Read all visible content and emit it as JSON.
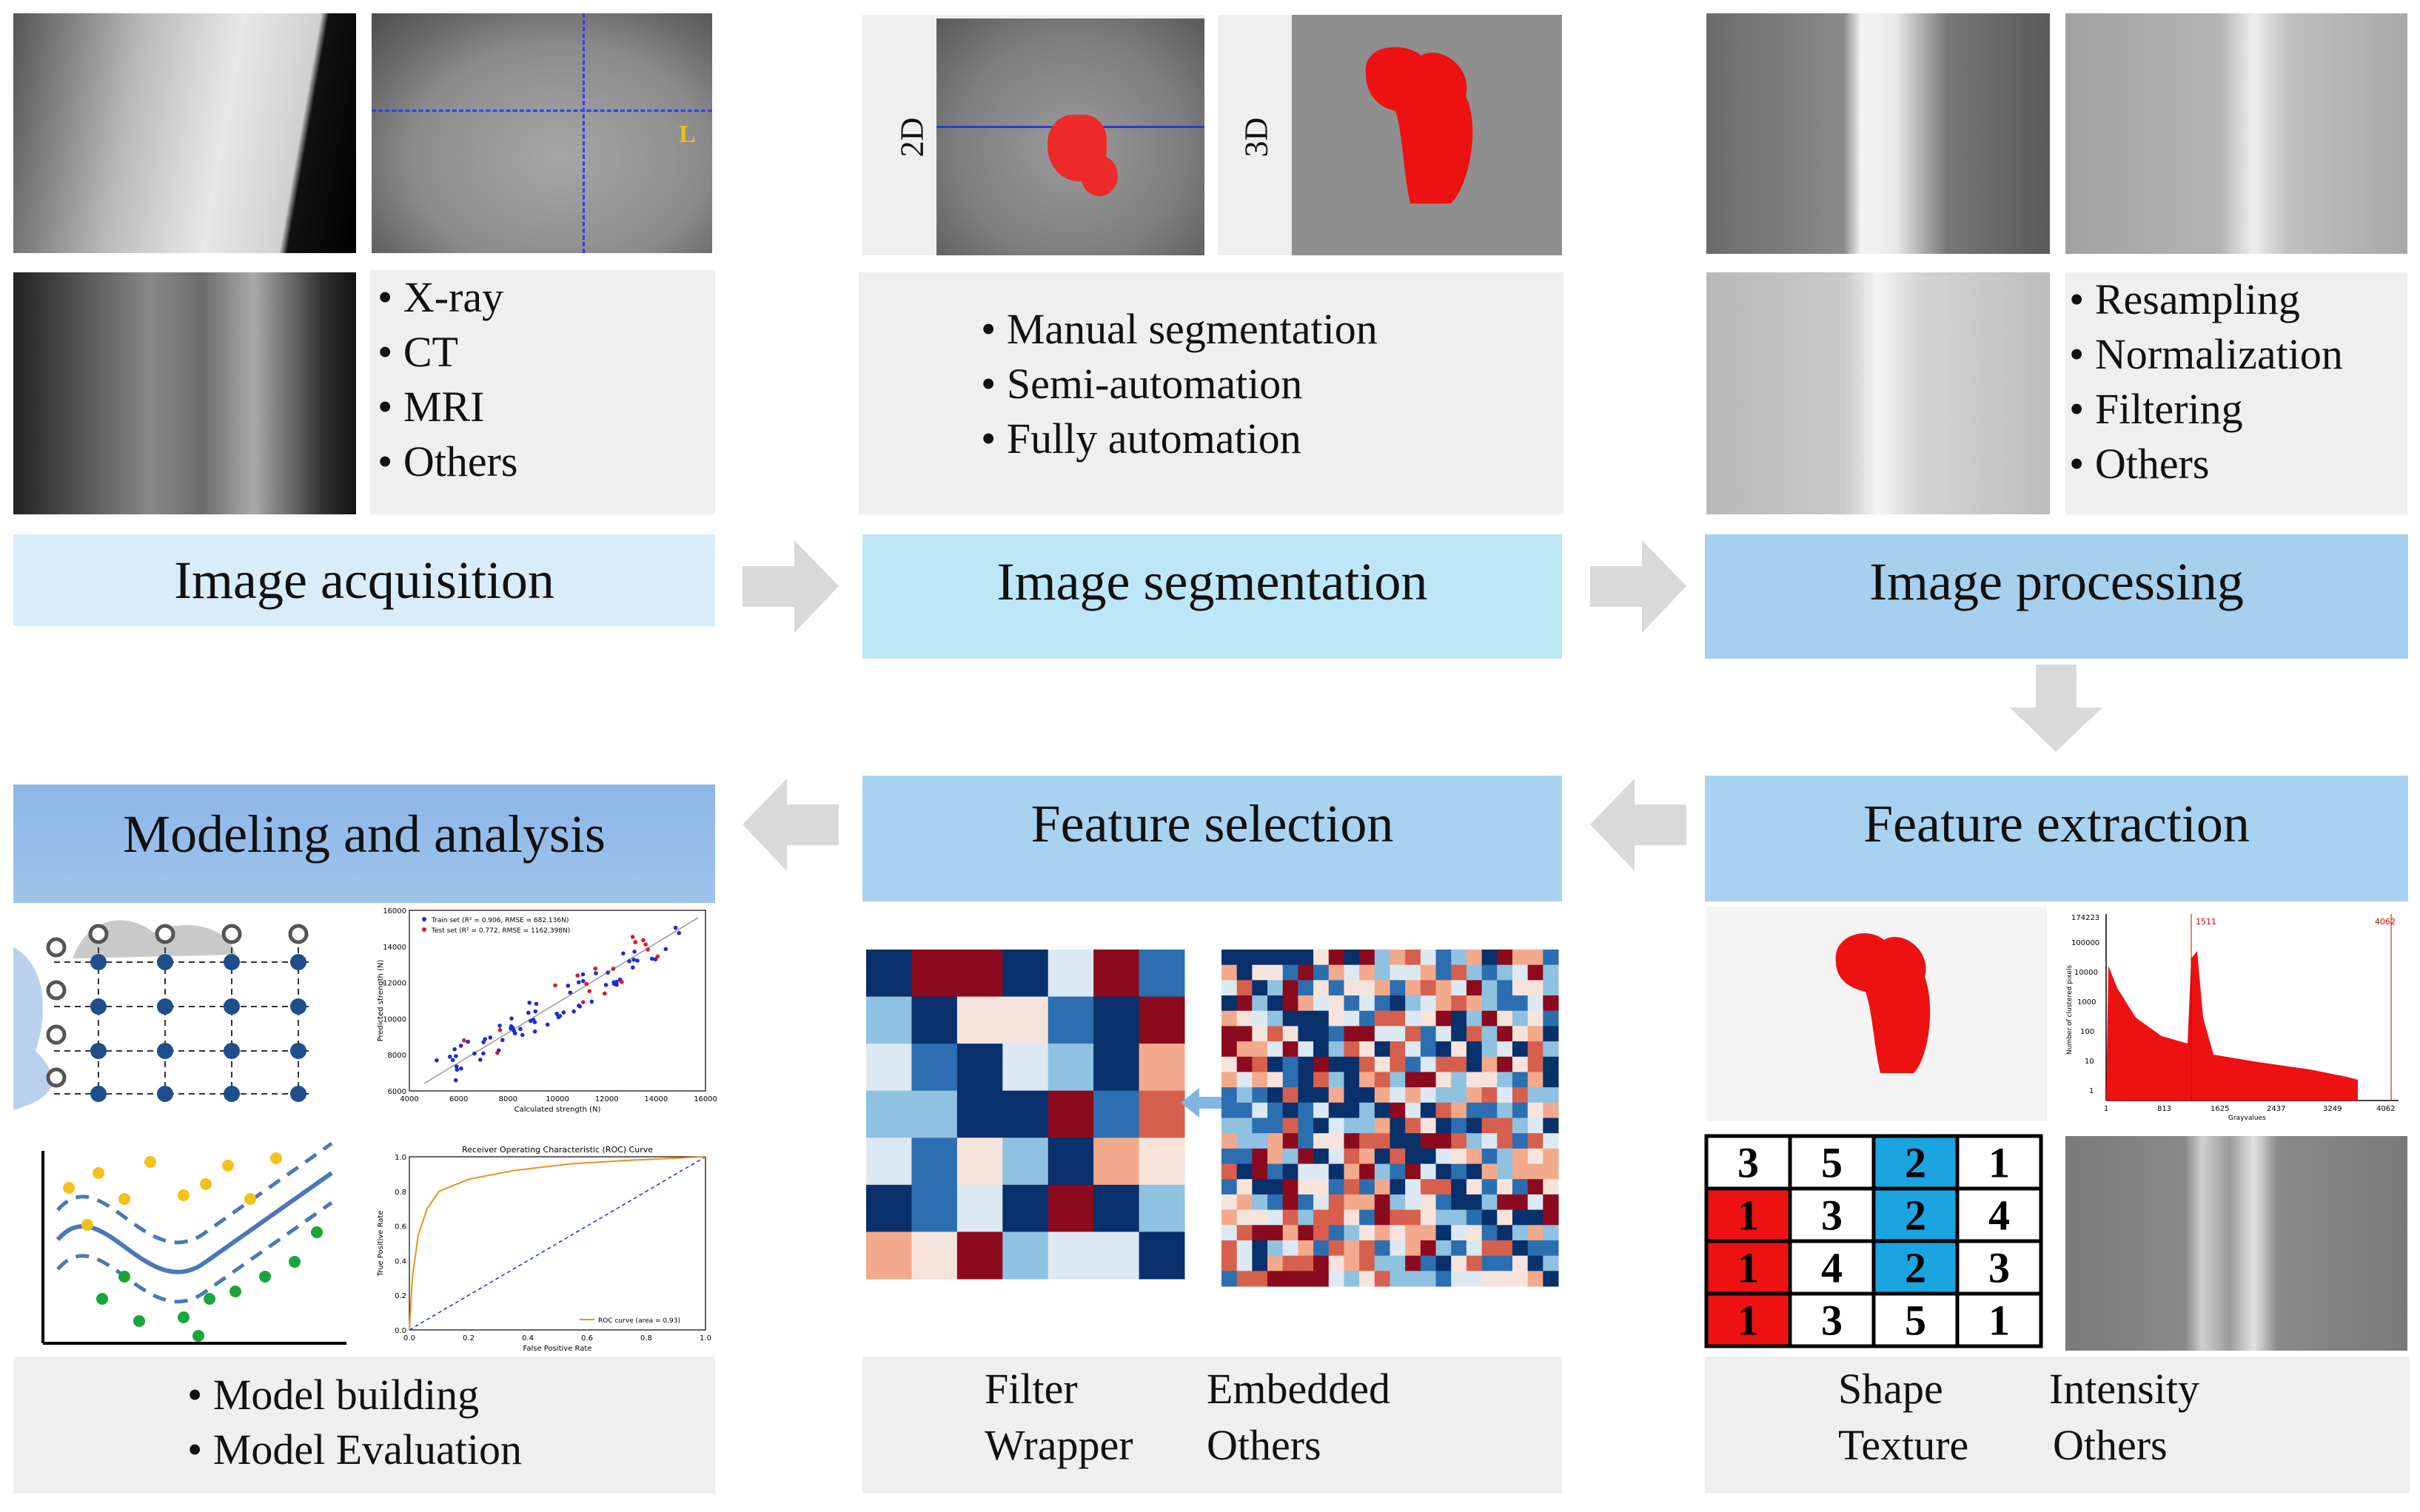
{
  "stages": {
    "acquisition": {
      "label": "Image acquisition",
      "bullets": [
        "X-ray",
        "CT",
        "MRI",
        "Others"
      ],
      "ct_marker": "L"
    },
    "segmentation": {
      "label": "Image segmentation",
      "bullets": [
        "Manual segmentation",
        "Semi-automation",
        "Fully automation"
      ],
      "view_2d": "2D",
      "view_3d": "3D"
    },
    "processing": {
      "label": "Image processing",
      "bullets": [
        "Resampling",
        "Normalization",
        "Filtering",
        "Others"
      ]
    },
    "extraction": {
      "label": "Feature extraction",
      "bullets": [
        "Shape",
        "Intensity",
        "Texture",
        "Others"
      ],
      "glcm": [
        [
          3,
          5,
          2,
          1
        ],
        [
          1,
          3,
          2,
          4
        ],
        [
          1,
          4,
          2,
          3
        ],
        [
          1,
          3,
          5,
          1
        ]
      ],
      "histogram": {
        "ylabel": "Number of clustered pixels",
        "xlabel": "Grayvalues",
        "xticks": [
          "1",
          "813",
          "1625",
          "2437",
          "3249",
          "4062"
        ],
        "yticks": [
          "174223",
          "100000",
          "10000",
          "1000",
          "100",
          "10",
          "1"
        ],
        "markers": [
          "1511",
          "4062"
        ]
      }
    },
    "selection": {
      "label": "Feature selection",
      "bullets": [
        "Filter",
        "Embedded",
        "Wrapper",
        "Others"
      ]
    },
    "modeling": {
      "label": "Modeling and analysis",
      "bullets": [
        "Model building",
        "Model Evaluation"
      ]
    }
  },
  "scatter_chart": {
    "legend": [
      "Train set (R² = 0.906, RMSE = 682.136N)",
      "Test set (R² = 0.772, RMSE = 1162.398N)"
    ],
    "xlabel": "Calculated strength (N)",
    "ylabel": "Predicted strength (N)",
    "xticks": [
      "4000",
      "6000",
      "8000",
      "10000",
      "12000",
      "14000",
      "16000"
    ],
    "yticks": [
      "6000",
      "8000",
      "10000",
      "12000",
      "14000",
      "16000"
    ]
  },
  "roc_chart": {
    "title": "Receiver Operating Characteristic (ROC) Curve",
    "xlabel": "False Positive Rate",
    "ylabel": "True Positive Rate",
    "legend": "ROC curve (area = 0.93)",
    "xticks": [
      "0.0",
      "0.2",
      "0.4",
      "0.6",
      "0.8",
      "1.0"
    ],
    "yticks": [
      "0.0",
      "0.2",
      "0.4",
      "0.6",
      "0.8",
      "1.0"
    ]
  },
  "colors": {
    "label_light": "#d9ecf9",
    "label_cyan": "#bde6f7",
    "label_blue": "#a7cfee",
    "model_header": "#8db6e6",
    "arrow": "#d9d9d9",
    "seg_red": "#ee1111",
    "glcm_red": "#ee1111",
    "glcm_blue": "#1aa4e0"
  }
}
